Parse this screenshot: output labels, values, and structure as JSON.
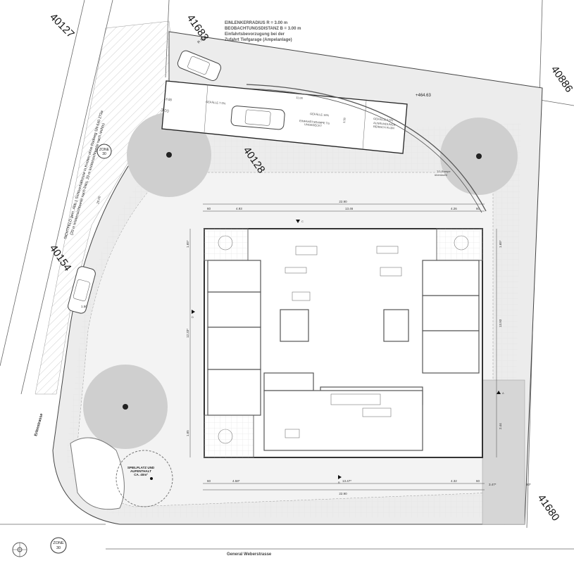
{
  "parcels": [
    "40127",
    "41683",
    "40886",
    "40128",
    "40154",
    "41680"
  ],
  "notes": {
    "traffic": [
      "EINLENKERRADIUS R = 3.00 m",
      "BEOBACHTUNGSDISTANZ B = 3.00 m",
      "Einfahrtsbevorzugung bei der",
      "Zufahrt Tiefgarage (Ampelanlage)"
    ],
    "sichtfeld": [
      "SICHTFELD gem. Abb.1 Sichtverhältnisse in Knoten ohne Radweg SN 640 273a",
      "(20 m knotensichtweite nach links, 20 m knotensichtweite nach rechts)"
    ]
  },
  "zone_sign": {
    "top": "ZONE",
    "bottom": "30"
  },
  "streets": {
    "left": "Erlenstrasse",
    "bottom": "General Weberstrasse"
  },
  "driveway": {
    "slope_main": "GEFÄLLE 16%",
    "ramp": [
      "EINFAHRTSRAMPE TG",
      "UNGEDECKT"
    ],
    "slope_left": "GEFÄLLE 7.5%",
    "slope_right": "GEFÄLLE 7.5%",
    "rounding": [
      "AUSRUNDUNGS-",
      "BEREICH R=3M"
    ],
    "radius": "R 3.00",
    "length": "11.00",
    "width": "3.50",
    "ramp_covered": [
      "TG Rampe",
      "überdacht"
    ]
  },
  "elevation_main": "+464.63",
  "site_dims": {
    "sight_1": "3.00",
    "sight_2": "3.00",
    "sight_len": "20.00",
    "offset": "1.50"
  },
  "playground": [
    "SPIELPLATZ UND",
    "AUFENTHALT",
    "CA. 40m²"
  ],
  "building_dims": {
    "top": {
      "total": "22.90",
      "segments": [
        "60",
        "4.93",
        "13.46",
        "4.26",
        "60"
      ]
    },
    "bottom": {
      "total": "22.90",
      "segments": [
        "60",
        "4.58*",
        "13.47*",
        "4.32",
        "60"
      ]
    },
    "left": [
      "1.65*",
      "12.33*",
      "1.65"
    ],
    "right": [
      "1.65*",
      "13.93",
      "2.44"
    ]
  },
  "parking": {
    "width": "3.47*",
    "edge": "90*"
  },
  "section_marks": [
    "A",
    "B",
    "C",
    "D"
  ]
}
